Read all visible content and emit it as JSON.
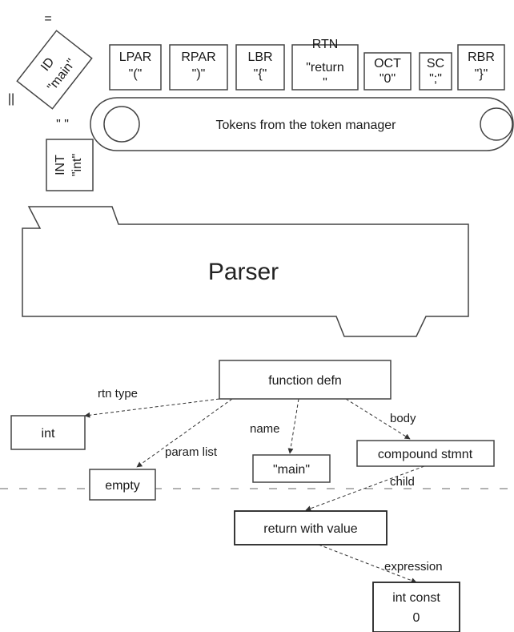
{
  "tokens": [
    {
      "name": "LPAR",
      "value": "\"(\""
    },
    {
      "name": "RPAR",
      "value": "\")\""
    },
    {
      "name": "LBR",
      "value": "\"{\""
    },
    {
      "name": "RTN",
      "value": "\"return",
      "value2": "\""
    },
    {
      "name": "OCT",
      "value": "\"0\""
    },
    {
      "name": "SC",
      "value": "\";\""
    },
    {
      "name": "RBR",
      "value": "\"}\""
    }
  ],
  "tilted_token": {
    "name": "ID",
    "value": "\"main\""
  },
  "int_token": {
    "name": "INT",
    "value": "\"int\""
  },
  "marks": {
    "m1": "=",
    "m2": "||",
    "m3": "\" \""
  },
  "conveyor_label": "Tokens from the token manager",
  "parser_label": "Parser",
  "tree": {
    "root": "function defn",
    "int_node": "int",
    "empty_node": "empty",
    "main_node": "\"main\"",
    "compound_node": "compound stmnt",
    "return_node": "return with value",
    "const_line1": "int const",
    "const_line2": "0"
  },
  "edges": {
    "rtn_type": "rtn type",
    "param_list": "param list",
    "name": "name",
    "body": "body",
    "child": "child",
    "expression": "expression"
  }
}
